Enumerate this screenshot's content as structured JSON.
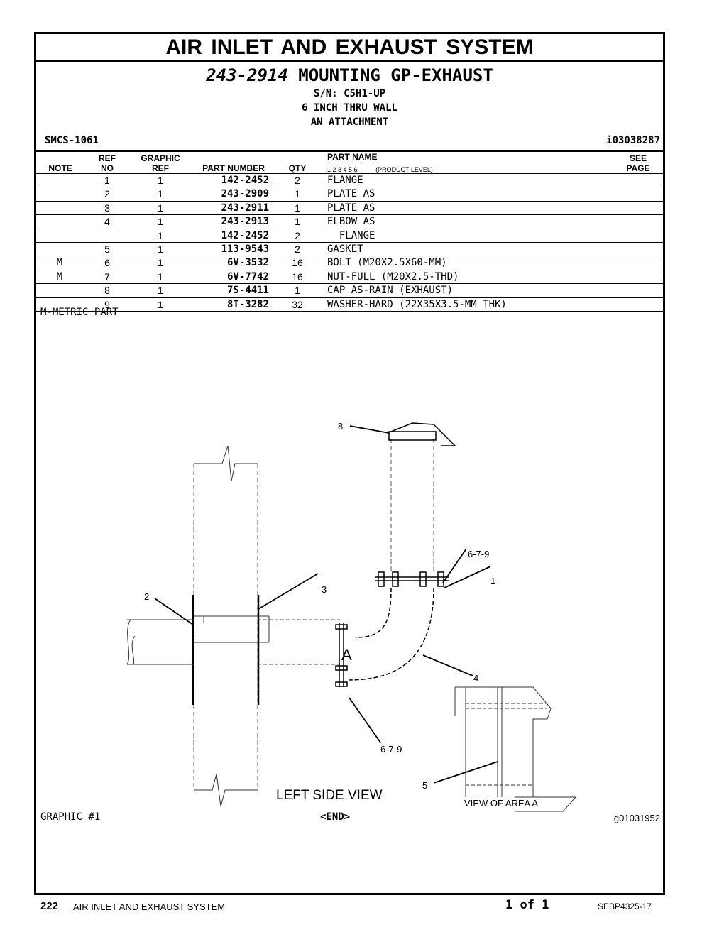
{
  "header": {
    "section_title": "AIR INLET AND EXHAUST SYSTEM",
    "group_number": "243-2914",
    "group_name": "MOUNTING GP-EXHAUST",
    "serial": "S/N: C5H1-UP",
    "line2": "6 INCH THRU WALL",
    "line3": "AN ATTACHMENT",
    "smcs": "SMCS-1061",
    "illustration_id": "i03038287"
  },
  "columns": {
    "note": "NOTE",
    "ref_no_1": "REF",
    "ref_no_2": "NO",
    "graphic_ref_1": "GRAPHIC",
    "graphic_ref_2": "REF",
    "part_number": "PART NUMBER",
    "qty": "QTY",
    "part_name": "PART NAME",
    "levels": "1  2  3  4  5  6",
    "product_level": "(PRODUCT LEVEL)",
    "see_page_1": "SEE",
    "see_page_2": "PAGE"
  },
  "parts": [
    {
      "note": "",
      "ref": "1",
      "graphic_ref": "1",
      "part_number": "142-2452",
      "qty": "2",
      "name": "FLANGE"
    },
    {
      "note": "",
      "ref": "2",
      "graphic_ref": "1",
      "part_number": "243-2909",
      "qty": "1",
      "name": "PLATE AS"
    },
    {
      "note": "",
      "ref": "3",
      "graphic_ref": "1",
      "part_number": "243-2911",
      "qty": "1",
      "name": "PLATE AS"
    },
    {
      "note": "",
      "ref": "4",
      "graphic_ref": "1",
      "part_number": "243-2913",
      "qty": "1",
      "name": "ELBOW AS"
    },
    {
      "note": "",
      "ref": "",
      "graphic_ref": "1",
      "part_number": "142-2452",
      "qty": "2",
      "name": "  FLANGE"
    },
    {
      "note": "",
      "ref": "5",
      "graphic_ref": "1",
      "part_number": "113-9543",
      "qty": "2",
      "name": "GASKET"
    },
    {
      "note": "M",
      "ref": "6",
      "graphic_ref": "1",
      "part_number": "6V-3532",
      "qty": "16",
      "name": "BOLT (M20X2.5X60-MM)"
    },
    {
      "note": "M",
      "ref": "7",
      "graphic_ref": "1",
      "part_number": "6V-7742",
      "qty": "16",
      "name": "NUT-FULL (M20X2.5-THD)"
    },
    {
      "note": "",
      "ref": "8",
      "graphic_ref": "1",
      "part_number": "7S-4411",
      "qty": "1",
      "name": "CAP AS-RAIN (EXHAUST)"
    },
    {
      "note": "",
      "ref": "9",
      "graphic_ref": "1",
      "part_number": "8T-3282",
      "qty": "32",
      "name": "WASHER-HARD (22X35X3.5-MM THK)"
    }
  ],
  "metric_note": "M-METRIC PART",
  "drawing": {
    "callouts": [
      "8",
      "6-7-9",
      "1",
      "2",
      "3",
      "A",
      "4",
      "6-7-9",
      "5"
    ],
    "left_view_label": "LEFT SIDE VIEW",
    "area_view_label": "VIEW OF AREA A"
  },
  "graphic_label": "GRAPHIC #1",
  "end_marker": "<END>",
  "graphic_id": "g01031952",
  "footer": {
    "page_number": "222",
    "section": "AIR INLET AND EXHAUST SYSTEM",
    "page_of": "1 of 1",
    "doc_number": "SEBP4325-17"
  }
}
